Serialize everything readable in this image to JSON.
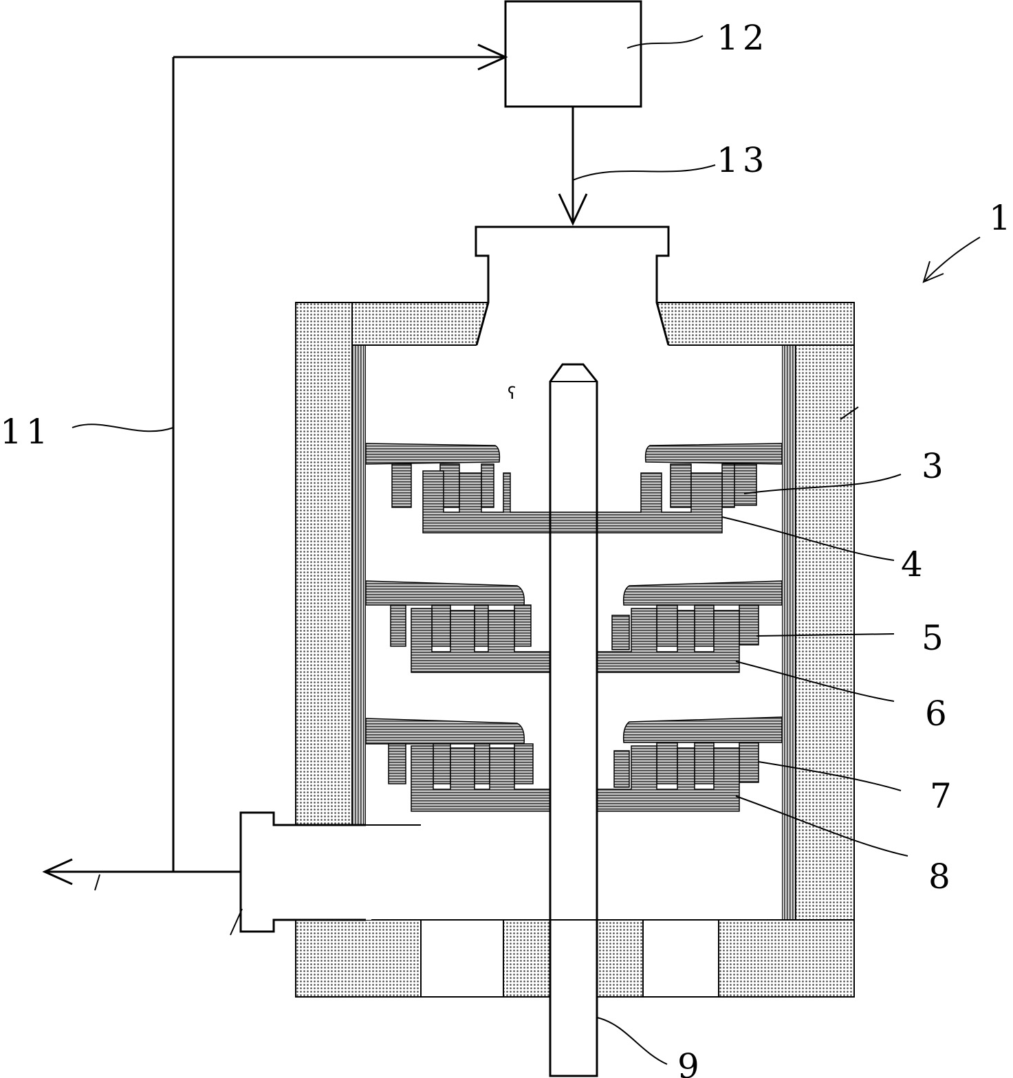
{
  "figure": {
    "labels": {
      "apparatus": "1",
      "stator_upper": "3",
      "rotor_upper": "4",
      "stator_middle": "5",
      "rotor_middle": "6",
      "stator_lower": "7",
      "rotor_lower": "8",
      "shaft": "9",
      "return_line": "11",
      "control_box": "12",
      "feed_line": "13"
    },
    "colors": {
      "line": "#000000",
      "background": "#ffffff",
      "casing_fill": "#e2e2e2",
      "disc_fill": "#9a9a9a"
    }
  }
}
